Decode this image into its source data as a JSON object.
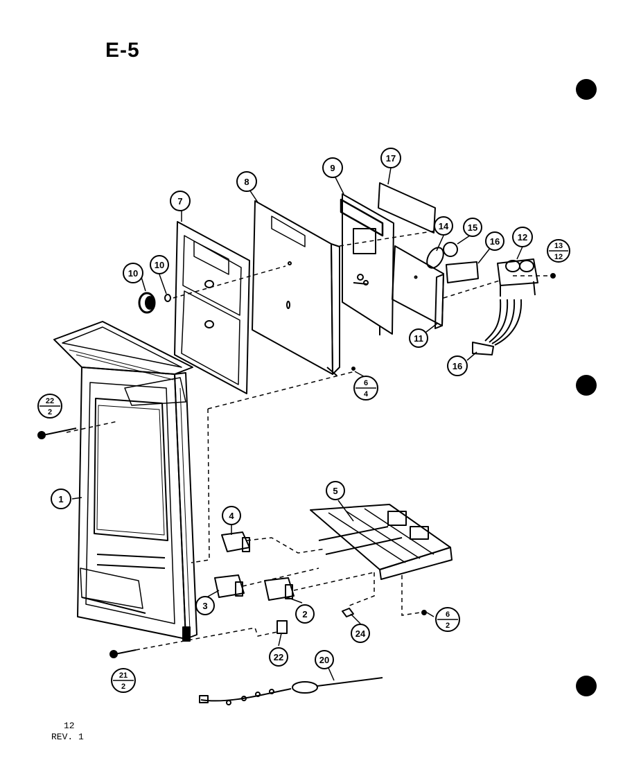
{
  "title": "E-5",
  "footer": {
    "page": "12",
    "rev": "REV. 1"
  },
  "callouts": [
    {
      "id": "c1",
      "text": "1"
    },
    {
      "id": "c2",
      "text": "2"
    },
    {
      "id": "c3",
      "text": "3"
    },
    {
      "id": "c4",
      "text": "4"
    },
    {
      "id": "c5",
      "text": "5"
    },
    {
      "id": "c7",
      "text": "7"
    },
    {
      "id": "c8",
      "text": "8"
    },
    {
      "id": "c9",
      "text": "9"
    },
    {
      "id": "c10a",
      "text": "10"
    },
    {
      "id": "c10b",
      "text": "10"
    },
    {
      "id": "c11",
      "text": "11"
    },
    {
      "id": "c12",
      "text": "12"
    },
    {
      "id": "c14",
      "text": "14"
    },
    {
      "id": "c15",
      "text": "15"
    },
    {
      "id": "c16a",
      "text": "16"
    },
    {
      "id": "c16b",
      "text": "16"
    },
    {
      "id": "c17",
      "text": "17"
    },
    {
      "id": "c20",
      "text": "20"
    },
    {
      "id": "c22s",
      "text": "22"
    },
    {
      "id": "c24",
      "text": "24"
    }
  ],
  "fraction_callouts": [
    {
      "id": "f13",
      "top": "13",
      "bottom": "12"
    },
    {
      "id": "f22",
      "top": "22",
      "bottom": "2"
    },
    {
      "id": "f6a",
      "top": "6",
      "bottom": "4"
    },
    {
      "id": "f6b",
      "top": "6",
      "bottom": "2"
    },
    {
      "id": "f21",
      "top": "21",
      "bottom": "2"
    }
  ]
}
